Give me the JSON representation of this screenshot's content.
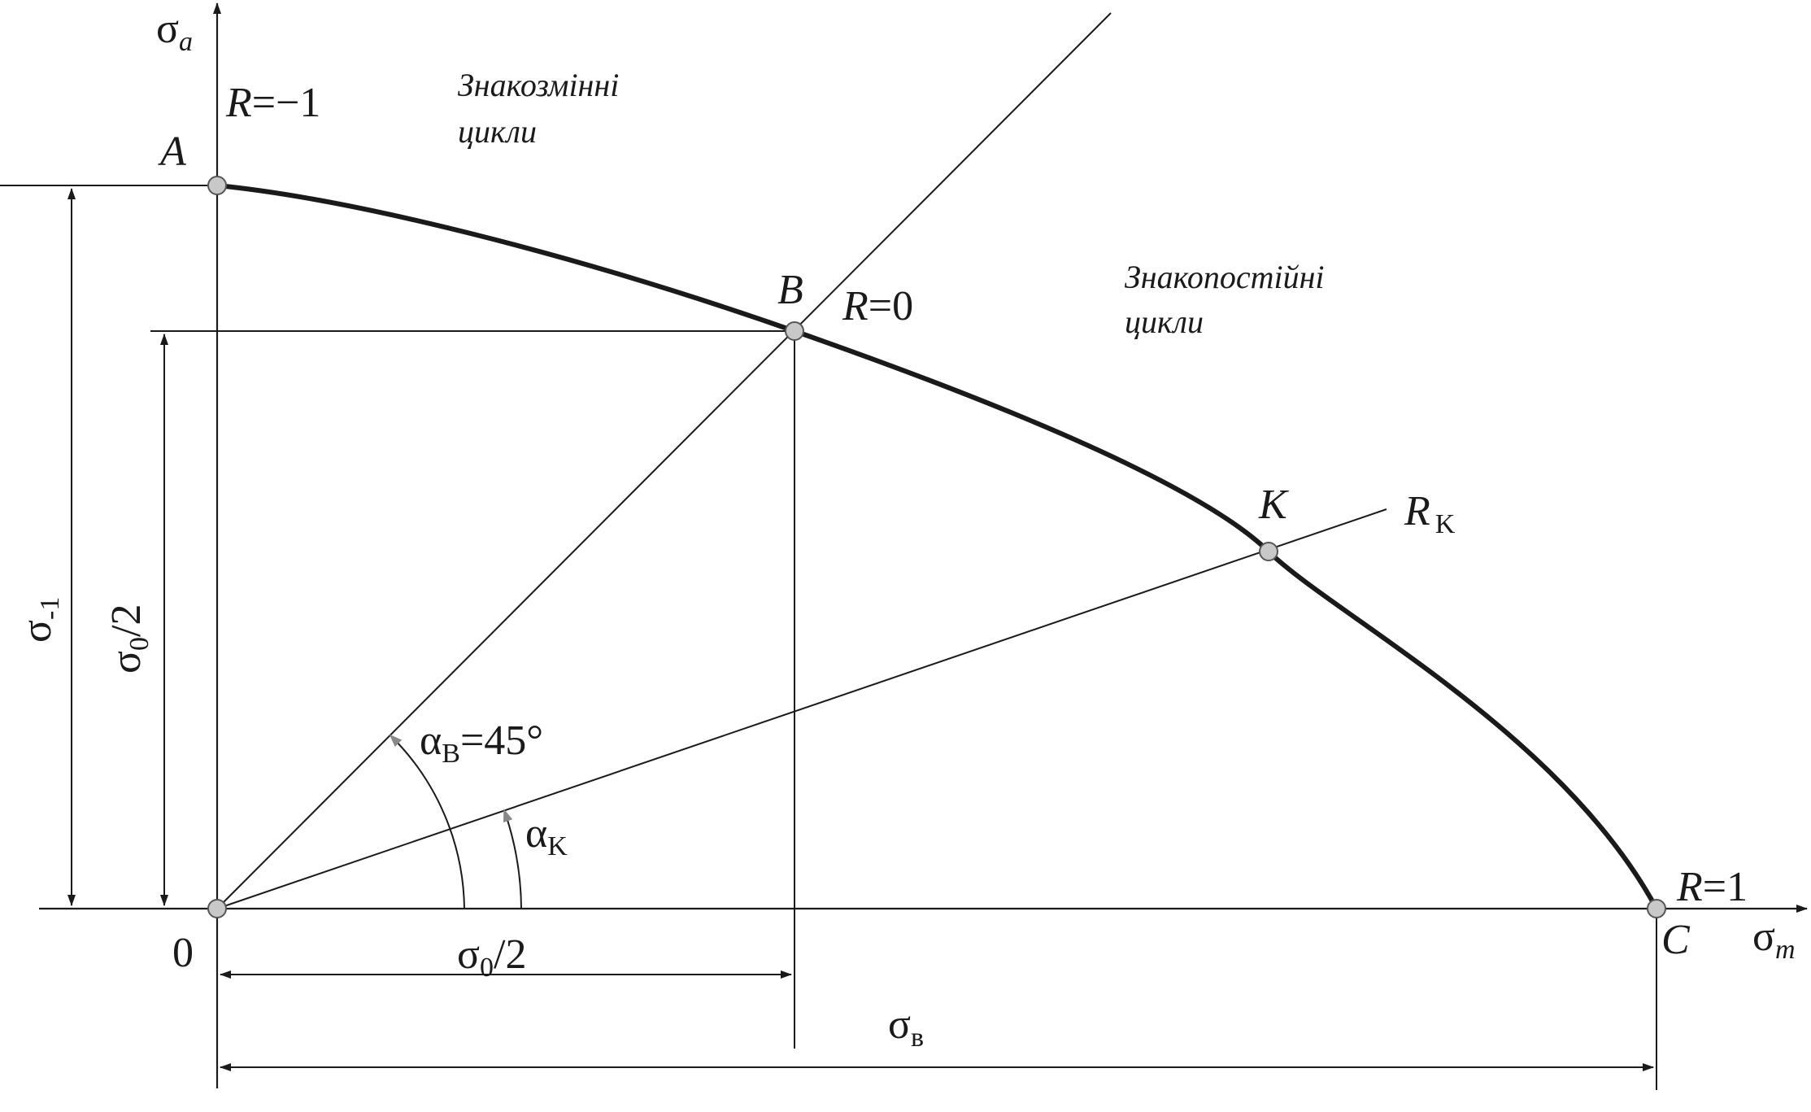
{
  "labels": {
    "axis_y": "σ",
    "axis_y_sub": "a",
    "axis_x": "σ",
    "axis_x_sub": "m",
    "origin": "0",
    "point_a": "A",
    "point_b": "B",
    "point_c": "C",
    "point_k": "K",
    "r_minus_one_r": "R",
    "r_minus_one_val": "=−1",
    "r_zero_r": "R",
    "r_zero_val": "=0",
    "r_one_r": "R",
    "r_one_val": "=1",
    "r_k_r": "R",
    "r_k_sub": "K",
    "region_alternating_line1": "Знакозмінні",
    "region_alternating_line2": "цикли",
    "region_constant_line1": "Знакопостійні",
    "region_constant_line2": "цикли",
    "sigma_minus_one": "σ",
    "sigma_minus_one_sub": "-1",
    "sigma_zero_half_vertical": "σ",
    "sigma_zero_half_vertical_sub": "0",
    "sigma_zero_half_vertical_tail": "/2",
    "sigma_zero_half_horizontal": "σ",
    "sigma_zero_half_horizontal_sub": "0",
    "sigma_zero_half_horizontal_tail": "/2",
    "sigma_b": "σ",
    "sigma_b_sub": "в",
    "alpha_b": "α",
    "alpha_b_sub": "B",
    "alpha_b_val": "=45°",
    "alpha_k": "α",
    "alpha_k_sub": "K"
  },
  "colors": {
    "line": "#1a1a1a",
    "point_fill": "#c8c8c8",
    "background": "#ffffff"
  }
}
